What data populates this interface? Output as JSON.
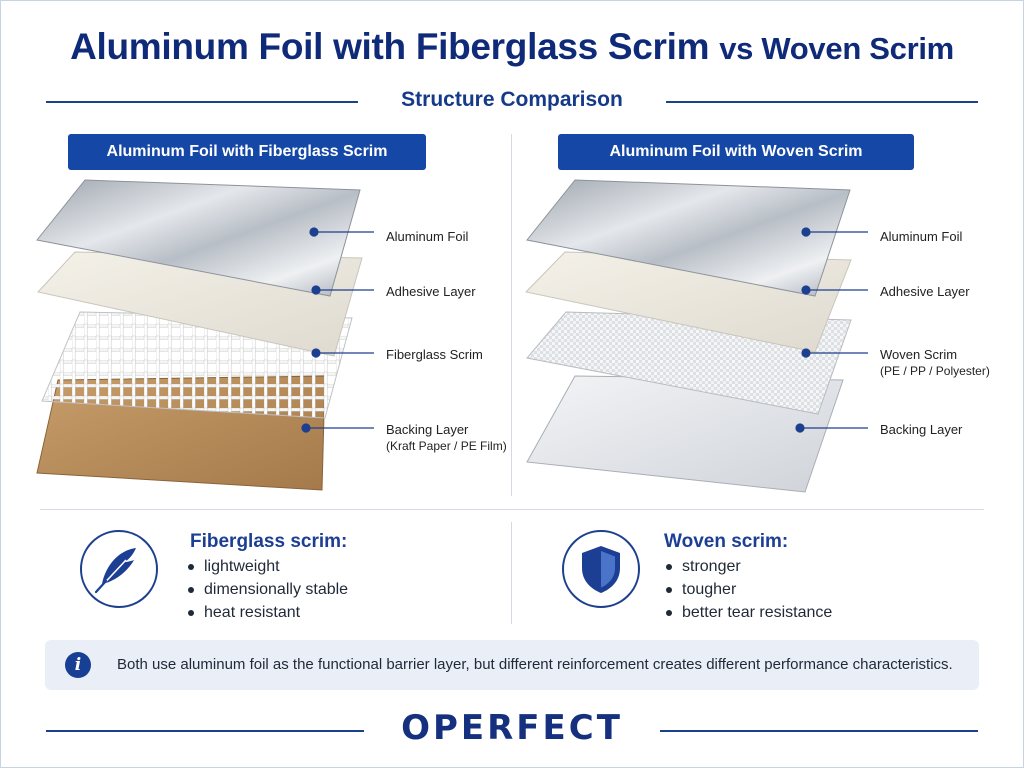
{
  "title": {
    "main": "Aluminum Foil with Fiberglass Scrim",
    "vs": "vs Woven Scrim"
  },
  "subtitle": "Structure Comparison",
  "left": {
    "header": "Aluminum Foil with Fiberglass Scrim",
    "layers": [
      {
        "label": "Aluminum Foil",
        "sub": ""
      },
      {
        "label": "Adhesive Layer",
        "sub": ""
      },
      {
        "label": "Fiberglass Scrim",
        "sub": ""
      },
      {
        "label": "Backing Layer",
        "sub": "(Kraft Paper / PE Film)"
      }
    ],
    "icon": "feather-icon",
    "feature_title": "Fiberglass scrim:",
    "features": [
      "lightweight",
      "dimensionally stable",
      "heat resistant"
    ]
  },
  "right": {
    "header": "Aluminum Foil with Woven Scrim",
    "layers": [
      {
        "label": "Aluminum Foil",
        "sub": ""
      },
      {
        "label": "Adhesive Layer",
        "sub": ""
      },
      {
        "label": "Woven Scrim",
        "sub": "(PE / PP / Polyester)"
      },
      {
        "label": "Backing Layer",
        "sub": ""
      }
    ],
    "icon": "shield-icon",
    "feature_title": "Woven scrim:",
    "features": [
      "stronger",
      "tougher",
      "better tear resistance"
    ]
  },
  "info": {
    "icon": "info-icon",
    "symbol": "i",
    "text": "Both use aluminum foil as the functional barrier layer, but different reinforcement creates different performance characteristics."
  },
  "brand": "OPERFECT",
  "colors": {
    "navy": "#0f2a78",
    "header_blue": "#1548a6",
    "foil": "#c7ccd3",
    "adhesive": "#ebe7dc",
    "kraft": "#b58a5a",
    "white_backing": "#e6e8ec"
  }
}
